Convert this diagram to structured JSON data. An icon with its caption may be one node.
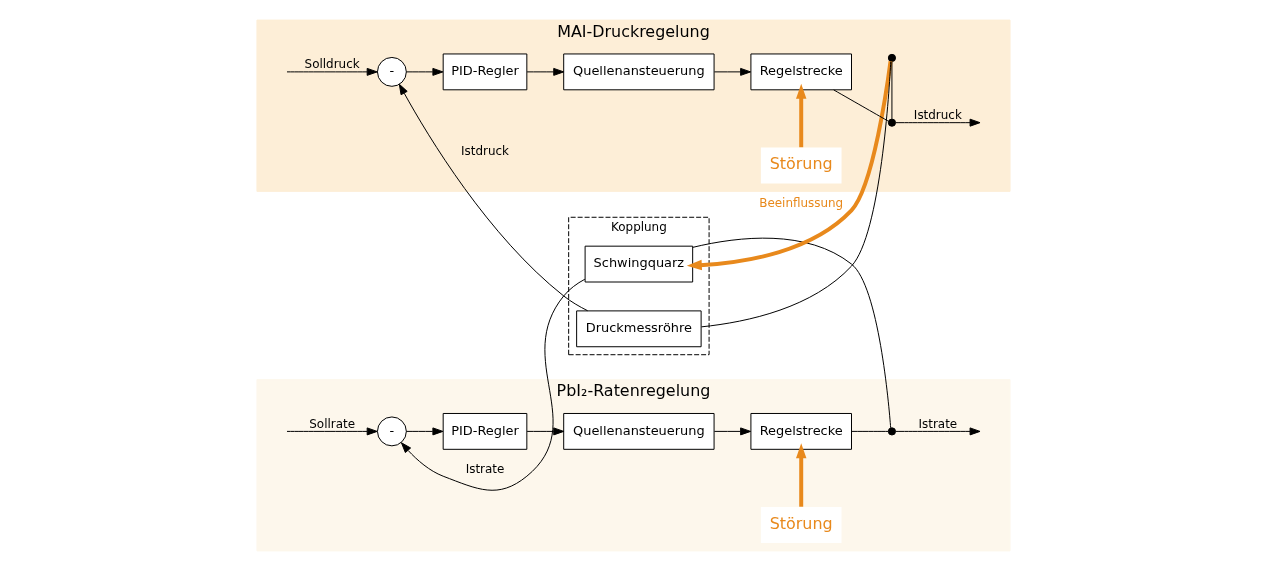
{
  "diagram": {
    "nodes": [
      {
        "text": [
          "PbI₂-Ratenregelung"
        ]
      },
      {
        "text": [
          "-"
        ],
        "in": 0
      },
      {
        "text": [
          "PID-Regler"
        ],
        "in": 0
      },
      {
        "text": [
          "Quellenansteuerung"
        ],
        "in": 0
      },
      {
        "text": [
          "Regelstrecke"
        ],
        "in": 0
      },
      {
        "text": [],
        "shape": "point",
        "in": 0
      },
      {
        "text": [
          "Kopplung"
        ]
      },
      {
        "text": [
          "Schwingquarz"
        ],
        "in": 6
      },
      {
        "text": [
          "Störung"
        ],
        "in": 0
      },
      {
        "text": [
          "MAI-Druckregelung"
        ]
      },
      {
        "text": [
          "Druckmessröhre"
        ],
        "in": 6
      },
      {
        "text": [],
        "shape": "point",
        "in": 9
      },
      {
        "text": [
          "-"
        ],
        "in": 9
      },
      {
        "text": [
          "PID-Regler"
        ],
        "in": 9
      },
      {
        "text": [
          "Quellenansteuerung"
        ],
        "in": 9
      },
      {
        "text": [
          "Regelstrecke"
        ],
        "in": 9
      },
      {
        "text": [],
        "shape": "point",
        "in": 9
      },
      {
        "text": [
          "Störung"
        ],
        "in": 9
      }
    ],
    "edges": [
      {
        "from": null,
        "to": 1,
        "arrow": "to",
        "label": "Sollrate"
      },
      {
        "from": 1,
        "to": 2,
        "arrow": "to"
      },
      {
        "from": 2,
        "to": 3,
        "arrow": "to"
      },
      {
        "from": 3,
        "to": 4,
        "arrow": "to"
      },
      {
        "from": 8,
        "to": 4,
        "arrow": "to",
        "style": "thick",
        "color": "#e8891c"
      },
      {
        "from": 4,
        "to": 5,
        "arrow": "none"
      },
      {
        "from": 5,
        "to": null,
        "arrow": "to",
        "label": "Istrate"
      },
      {
        "from": 5,
        "to": 7,
        "arrow": "none"
      },
      {
        "from": 7,
        "to": 1,
        "arrow": "to",
        "label": "Istrate"
      },
      {
        "from": 11,
        "to": 7,
        "arrow": "to",
        "label": "Beeinflussung",
        "style": "thick",
        "color": "#e8891c"
      },
      {
        "from": 16,
        "to": 11,
        "arrow": "none"
      },
      {
        "from": 11,
        "to": 10,
        "arrow": "none"
      },
      {
        "from": 10,
        "to": 12,
        "arrow": "to",
        "label": "Istdruck"
      },
      {
        "from": null,
        "to": 12,
        "arrow": "to",
        "label": "Solldruck"
      },
      {
        "from": 12,
        "to": 13,
        "arrow": "to"
      },
      {
        "from": 13,
        "to": 14,
        "arrow": "to"
      },
      {
        "from": 14,
        "to": 15,
        "arrow": "to"
      },
      {
        "from": 17,
        "to": 15,
        "arrow": "to",
        "style": "thick",
        "color": "#e8891c"
      },
      {
        "from": 15,
        "to": 16,
        "arrow": "none"
      },
      {
        "from": 16,
        "to": null,
        "arrow": "to",
        "label": "Istdruck"
      }
    ]
  }
}
